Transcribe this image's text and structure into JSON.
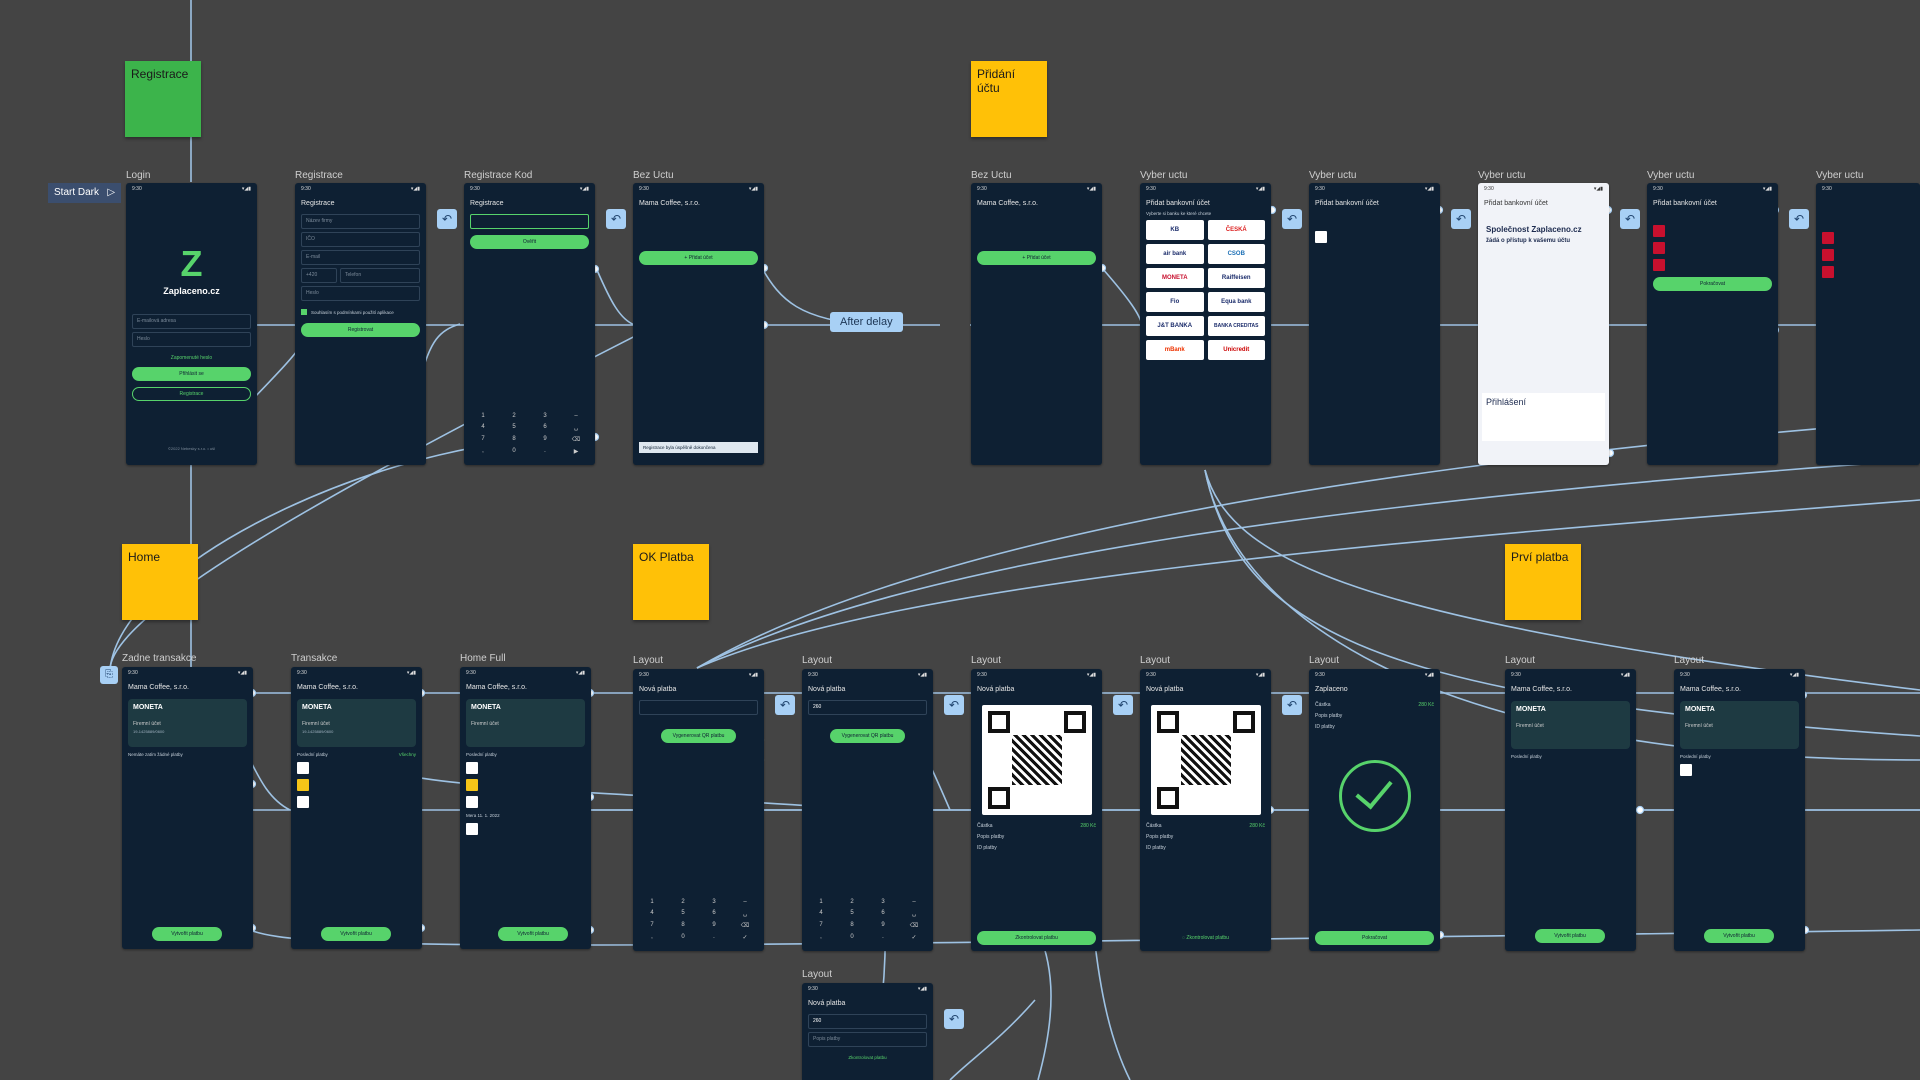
{
  "toolbar": {
    "start_label": "Start Dark"
  },
  "flow_chip": "After delay",
  "stickies": [
    {
      "title": "Registrace",
      "color": "#3cb44b"
    },
    {
      "title": "Přidání účtu",
      "color": "#ffc107"
    },
    {
      "title": "Home",
      "color": "#ffc107"
    },
    {
      "title": "OK Platba",
      "color": "#ffc107"
    },
    {
      "title": "Prví platba",
      "color": "#ffc107"
    }
  ],
  "frames": {
    "login": {
      "label": "Login",
      "brand": "Zaplaceno.cz",
      "email_ph": "E-mailová adresa",
      "pass_ph": "Heslo",
      "forgot": "Zapomenuté heslo",
      "login_btn": "Přihlásit se",
      "register_btn": "Registrace",
      "footer": "©2022 Nebesky s.r.o. • ušl"
    },
    "registrace": {
      "label": "Registrace",
      "title": "Registrace",
      "f1": "Název firmy",
      "f2": "IČO",
      "f3": "E-mail",
      "f4": "Heslo",
      "phone": "+420",
      "phone_ph": "Telefon",
      "consent": "Souhlasím s podmínkami použití aplikace",
      "btn": "Registrovat"
    },
    "registrace_kod": {
      "label": "Registrace Kod",
      "title": "Registrace",
      "btn": "Ověřit"
    },
    "bez_uctu_1": {
      "label": "Bez Uctu",
      "title": "Mama Coffee, s.r.o.",
      "btn": "+ Přidat účet",
      "toast": "Registrace byla úspěšně dokončena"
    },
    "bez_uctu_2": {
      "label": "Bez Uctu",
      "title": "Mama Coffee, s.r.o.",
      "btn": "+ Přidat účet"
    },
    "vyber_1": {
      "label": "Vyber uctu",
      "title": "Přidat bankovní účet",
      "sub": "Vyberte si banku ke které chcete",
      "banks": [
        "KB",
        "ČESKÁ",
        "air bank",
        "CSOB",
        "MONETA",
        "Raiffeisen",
        "Fio",
        "Equa bank",
        "J&T BANKA",
        "BANKA CREDITAS",
        "mBank",
        "Unicredit"
      ]
    },
    "vyber_2": {
      "label": "Vyber uctu",
      "title": "Přidat bankovní účet"
    },
    "vyber_3": {
      "label": "Vyber uctu",
      "title": "Přidat bankovní účet",
      "company": "Společnost Zaplaceno.cz",
      "ask": "žádá o přístup k vašemu účtu",
      "login": "Přihlášení"
    },
    "vyber_4": {
      "label": "Vyber uctu",
      "title": "Přidat bankovní účet",
      "btn": "Pokračovat"
    },
    "vyber_5": {
      "label": "Vyber uctu"
    },
    "zadne": {
      "label": "Zadne transakce",
      "title": "Mama Coffee, s.r.o.",
      "bank": "MONETA",
      "acc": "Firemní účet",
      "num": "19-1425889/0600",
      "empty": "Nemáte zatím žádné platby",
      "btn": "Vytvořit platbu"
    },
    "transakce": {
      "label": "Transakce",
      "title": "Mama Coffee, s.r.o.",
      "bank": "MONETA",
      "acc": "Firemní účet",
      "num": "19-1425889/0600",
      "list": "Poslední platby",
      "all": "Všechny",
      "btn": "Vytvořit platbu"
    },
    "home_full": {
      "label": "Home Full",
      "title": "Mama Coffee, s.r.o.",
      "bank": "MONETA",
      "acc": "Firemní účet",
      "list": "Poslední platby",
      "date": "Mera 11. 1. 2022",
      "btn": "Vytvořit platbu"
    },
    "layout_1": {
      "label": "Layout",
      "title": "Nová platba",
      "btn": "Vygenerovat QR platbu"
    },
    "layout_2": {
      "label": "Layout",
      "title": "Nová platba",
      "val": "260",
      "btn": "Vygenerovat QR platbu"
    },
    "layout_3": {
      "label": "Layout",
      "title": "Nová platba",
      "amount_l": "Částka",
      "amount": "280 Kč",
      "k2": "Popis platby",
      "k3": "ID platby",
      "btn": "Zkontrolovat platbu"
    },
    "layout_4": {
      "label": "Layout",
      "title": "Nová platba",
      "amount_l": "Částka",
      "amount": "280 Kč",
      "k2": "Popis platby",
      "k3": "ID platby",
      "btn": "Zkontrolovat platbu"
    },
    "layout_5": {
      "label": "Layout",
      "title": "Zaplaceno",
      "amount_l": "Částka",
      "amount": "280 Kč",
      "k2": "Popis platby",
      "k3": "ID platby",
      "btn": "Pokračovat"
    },
    "layout_6": {
      "label": "Layout",
      "title": "Mama Coffee, s.r.o.",
      "bank": "MONETA",
      "acc": "Firemní účet",
      "list": "Poslední platby",
      "btn": "Vytvořit platbu"
    },
    "layout_7": {
      "label": "Layout",
      "title": "Mama Coffee, s.r.o.",
      "bank": "MONETA",
      "acc": "Firemní účet",
      "list": "Poslední platby",
      "btn": "Vytvořit platbu"
    },
    "layout_8": {
      "label": "Layout",
      "title": "Nová platba",
      "val": "260",
      "ph": "Popis platby",
      "btn": "Zkontrolovat platbu"
    }
  }
}
